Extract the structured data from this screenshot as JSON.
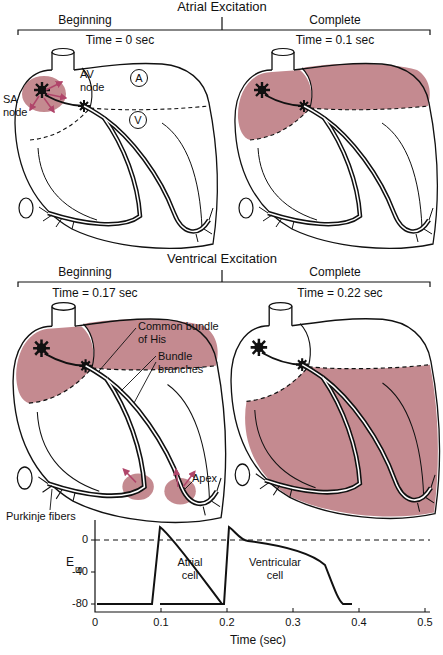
{
  "diagram": {
    "nodes": [
      {
        "text": [
          "A"
        ]
      },
      {
        "text": [
          "V"
        ]
      }
    ],
    "labels": [
      "Atrial Excitation",
      "Beginning",
      "Complete",
      "Time = 0 sec",
      "Time = 0.1 sec",
      "SA node",
      "AV node",
      "Ventrical Excitation",
      "Beginning",
      "Complete",
      "Time = 0.17 sec",
      "Time = 0.22 sec",
      "Common bundle of His",
      "Bundle branches",
      "Purkinje fibers",
      "Apex",
      "E",
      "m",
      "0",
      "-40",
      "-80",
      "Atrial cell",
      "Ventricular cell",
      "0",
      "0.1",
      "0.2",
      "0.3",
      "0.4",
      "0.5",
      "Time (sec)"
    ]
  }
}
